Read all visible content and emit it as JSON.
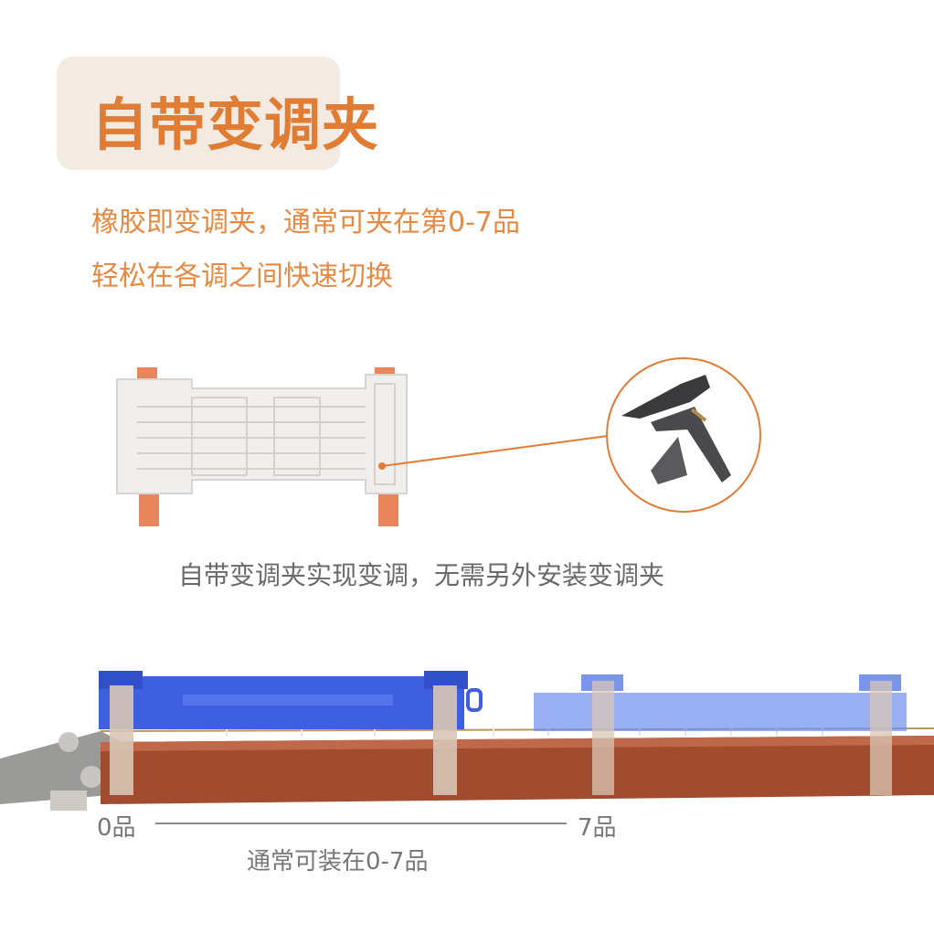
{
  "title": "自带变调夹",
  "description": [
    "橡胶即变调夹，通常可夹在第0-7品",
    "轻松在各调之间快速切换"
  ],
  "caption": "自带变调夹实现变调，无需另外安装变调夹",
  "fret_labels": {
    "start": "0品",
    "end": "7品"
  },
  "range_label": "通常可装在0-7品",
  "colors": {
    "accent": "#e07c33",
    "title_bg": "#f3ebe2",
    "fretboard": "#a14b2f",
    "blue_part": "#3d5fe0",
    "callout_ring": "#e07c33"
  }
}
